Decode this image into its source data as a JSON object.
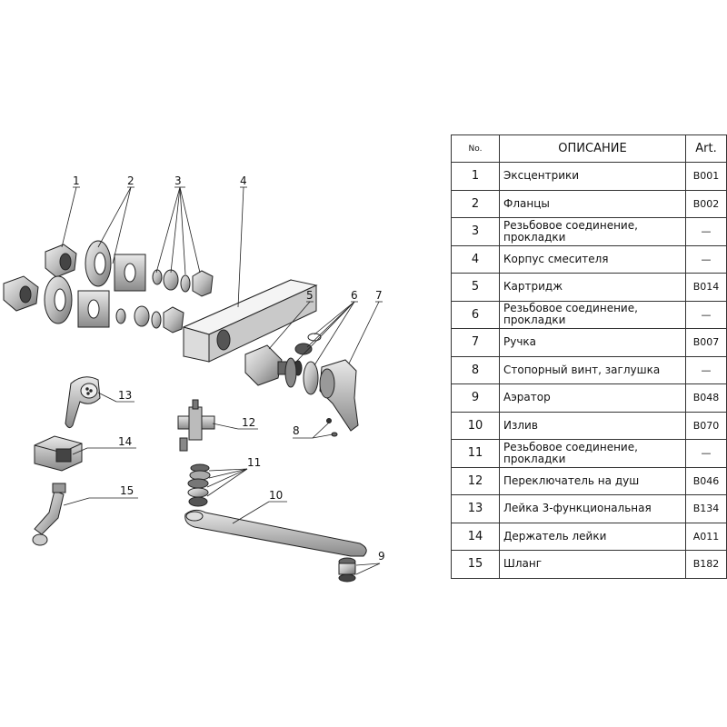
{
  "table": {
    "headers": {
      "no": "No.",
      "desc": "ОПИСАНИЕ",
      "art": "Art."
    },
    "rows": [
      {
        "no": "1",
        "desc": "Эксцентрики",
        "art": "B001"
      },
      {
        "no": "2",
        "desc": "Фланцы",
        "art": "B002"
      },
      {
        "no": "3",
        "desc": "Резьбовое соединение, прокладки",
        "art": "—"
      },
      {
        "no": "4",
        "desc": "Корпус смесителя",
        "art": "—"
      },
      {
        "no": "5",
        "desc": "Картридж",
        "art": "B014"
      },
      {
        "no": "6",
        "desc": "Резьбовое соединение, прокладки",
        "art": "—"
      },
      {
        "no": "7",
        "desc": "Ручка",
        "art": "B007"
      },
      {
        "no": "8",
        "desc": "Стопорный винт, заглушка",
        "art": "—"
      },
      {
        "no": "9",
        "desc": "Аэратор",
        "art": "B048"
      },
      {
        "no": "10",
        "desc": "Излив",
        "art": "B070"
      },
      {
        "no": "11",
        "desc": "Резьбовое соединение, прокладки",
        "art": "—"
      },
      {
        "no": "12",
        "desc": "Переключатель на душ",
        "art": "B046"
      },
      {
        "no": "13",
        "desc": "Лейка 3-функциональная",
        "art": "B134"
      },
      {
        "no": "14",
        "desc": "Держатель лейки",
        "art": "A011"
      },
      {
        "no": "15",
        "desc": "Шланг",
        "art": "B182"
      }
    ]
  },
  "diagram": {
    "callouts": [
      "1",
      "2",
      "3",
      "4",
      "5",
      "6",
      "7",
      "8",
      "9",
      "10",
      "11",
      "12",
      "13",
      "14",
      "15"
    ]
  }
}
